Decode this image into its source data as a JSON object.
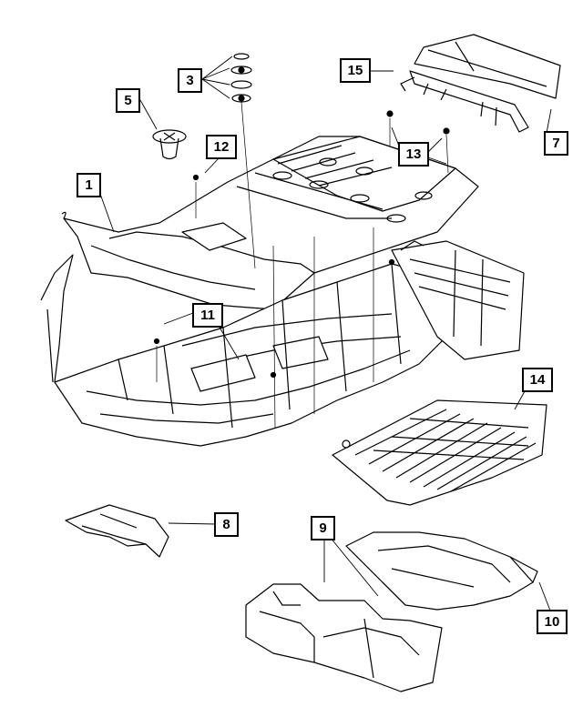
{
  "callouts": {
    "c1": "1",
    "c3": "3",
    "c5": "5",
    "c7": "7",
    "c8": "8",
    "c9": "9",
    "c10": "10",
    "c11": "11",
    "c12": "12",
    "c13": "13",
    "c14": "14",
    "c15": "15"
  },
  "colors": {
    "line": "#000000",
    "fill": "#ffffff",
    "shade": "#d8d8d8"
  }
}
